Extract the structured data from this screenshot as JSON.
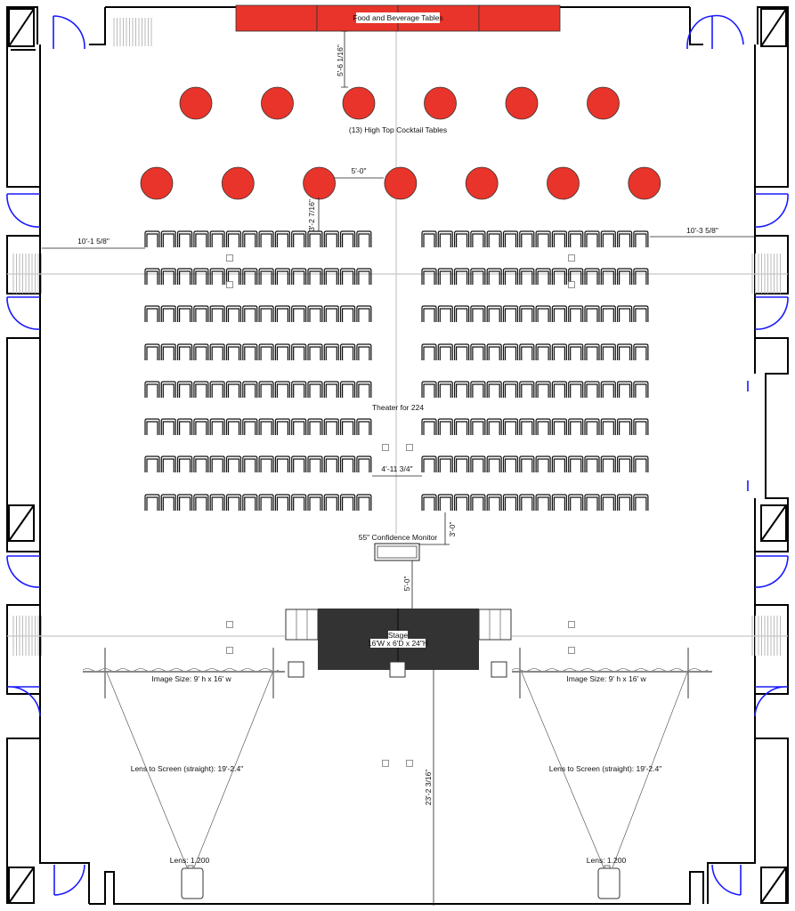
{
  "labels": {
    "food_beverage": "Food and Beverage Tables",
    "cocktail_tables": "(13) High Top Cocktail Tables",
    "theater": "Theater for 224",
    "confidence_monitor": "55\" Confidence Monitor",
    "stage_title": "Stage",
    "stage_size": "16'W x 6'D x 24\"H",
    "image_size_left": "Image Size:  9' h   x   16' w",
    "image_size_right": "Image Size:  9' h   x   16' w",
    "lens_to_screen_left": "Lens to Screen (straight): 19'-2.4\"",
    "lens_to_screen_right": "Lens to Screen (straight): 19'-2.4\"",
    "lens_left": "Lens: 1.200",
    "lens_right": "Lens: 1.200"
  },
  "dimensions": {
    "fb_to_tables": "5'-6 1/16\"",
    "table_spacing": "5'-0\"",
    "tables_to_chairs": "3'-2 7/16\"",
    "left_aisle": "10'-1 5/8\"",
    "right_aisle": "10'-3 5/8\"",
    "center_aisle": "4'-11 3/4\"",
    "chairs_to_monitor": "3'-0\"",
    "monitor_to_stage": "5'-0\"",
    "stage_to_back": "23'-2 3/16\""
  },
  "layout": {
    "chair_rows": 8,
    "chairs_per_block_row": 14,
    "cocktail_tables_row1": 6,
    "cocktail_tables_row2": 7,
    "fb_table_count": 4
  },
  "colors": {
    "table_red": "#e8342a",
    "stage": "#333333",
    "door": "#1a1aff"
  }
}
